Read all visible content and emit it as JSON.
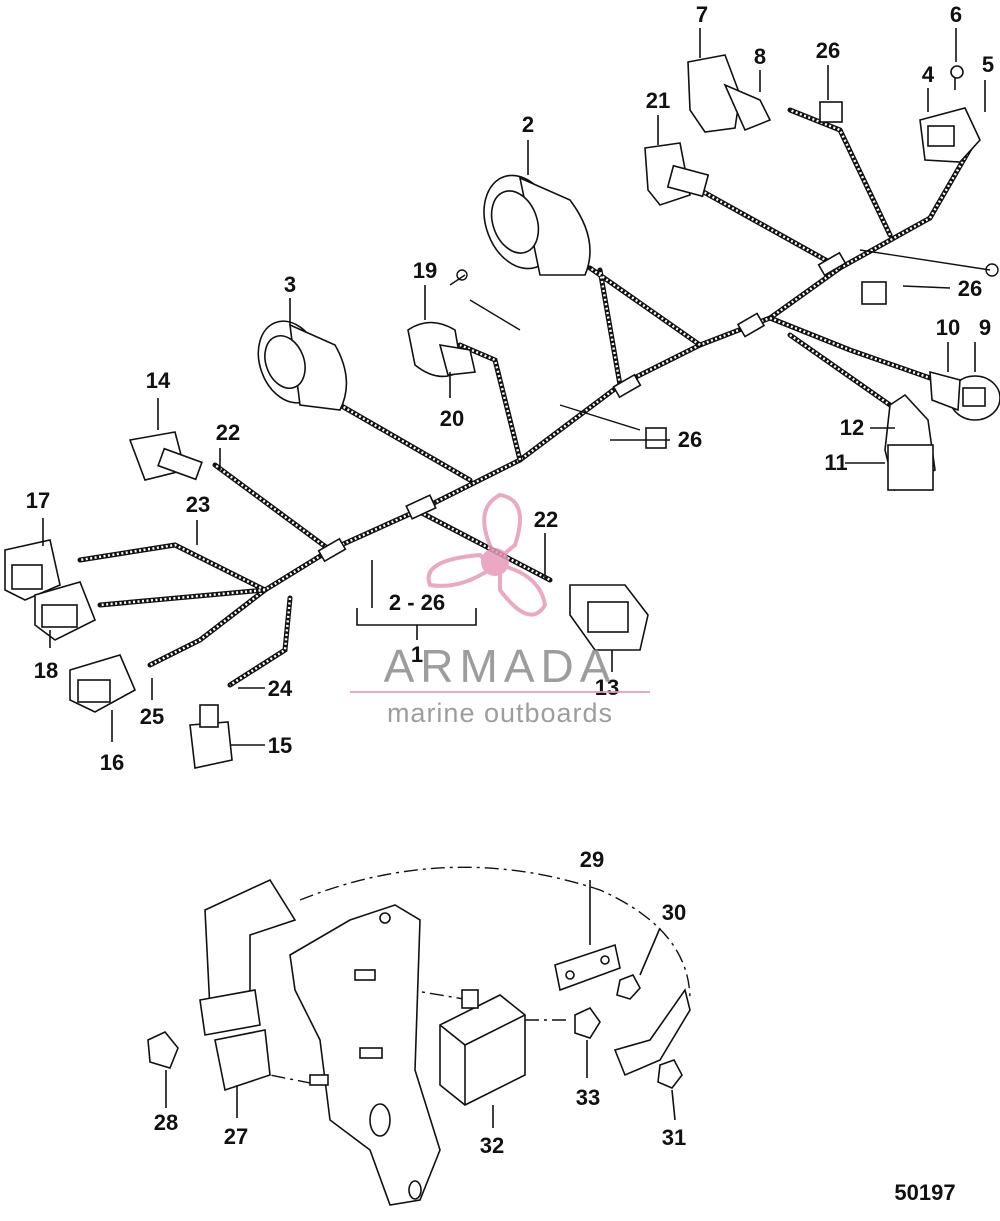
{
  "diagram": {
    "callouts": [
      "1",
      "2",
      "3",
      "4",
      "5",
      "6",
      "7",
      "8",
      "9",
      "10",
      "11",
      "12",
      "13",
      "14",
      "15",
      "16",
      "17",
      "18",
      "19",
      "20",
      "21",
      "22",
      "22",
      "23",
      "24",
      "25",
      "26",
      "26",
      "26",
      "27",
      "28",
      "29",
      "30",
      "31",
      "32",
      "33"
    ],
    "range_label": "2 - 26",
    "figure_number": "50197"
  },
  "watermark": {
    "brand": "ARMADA",
    "tagline": "marine outboards",
    "colors": {
      "propeller": "#e89ab9",
      "text": "#8c8c8c",
      "line": "#e89ab9"
    }
  }
}
